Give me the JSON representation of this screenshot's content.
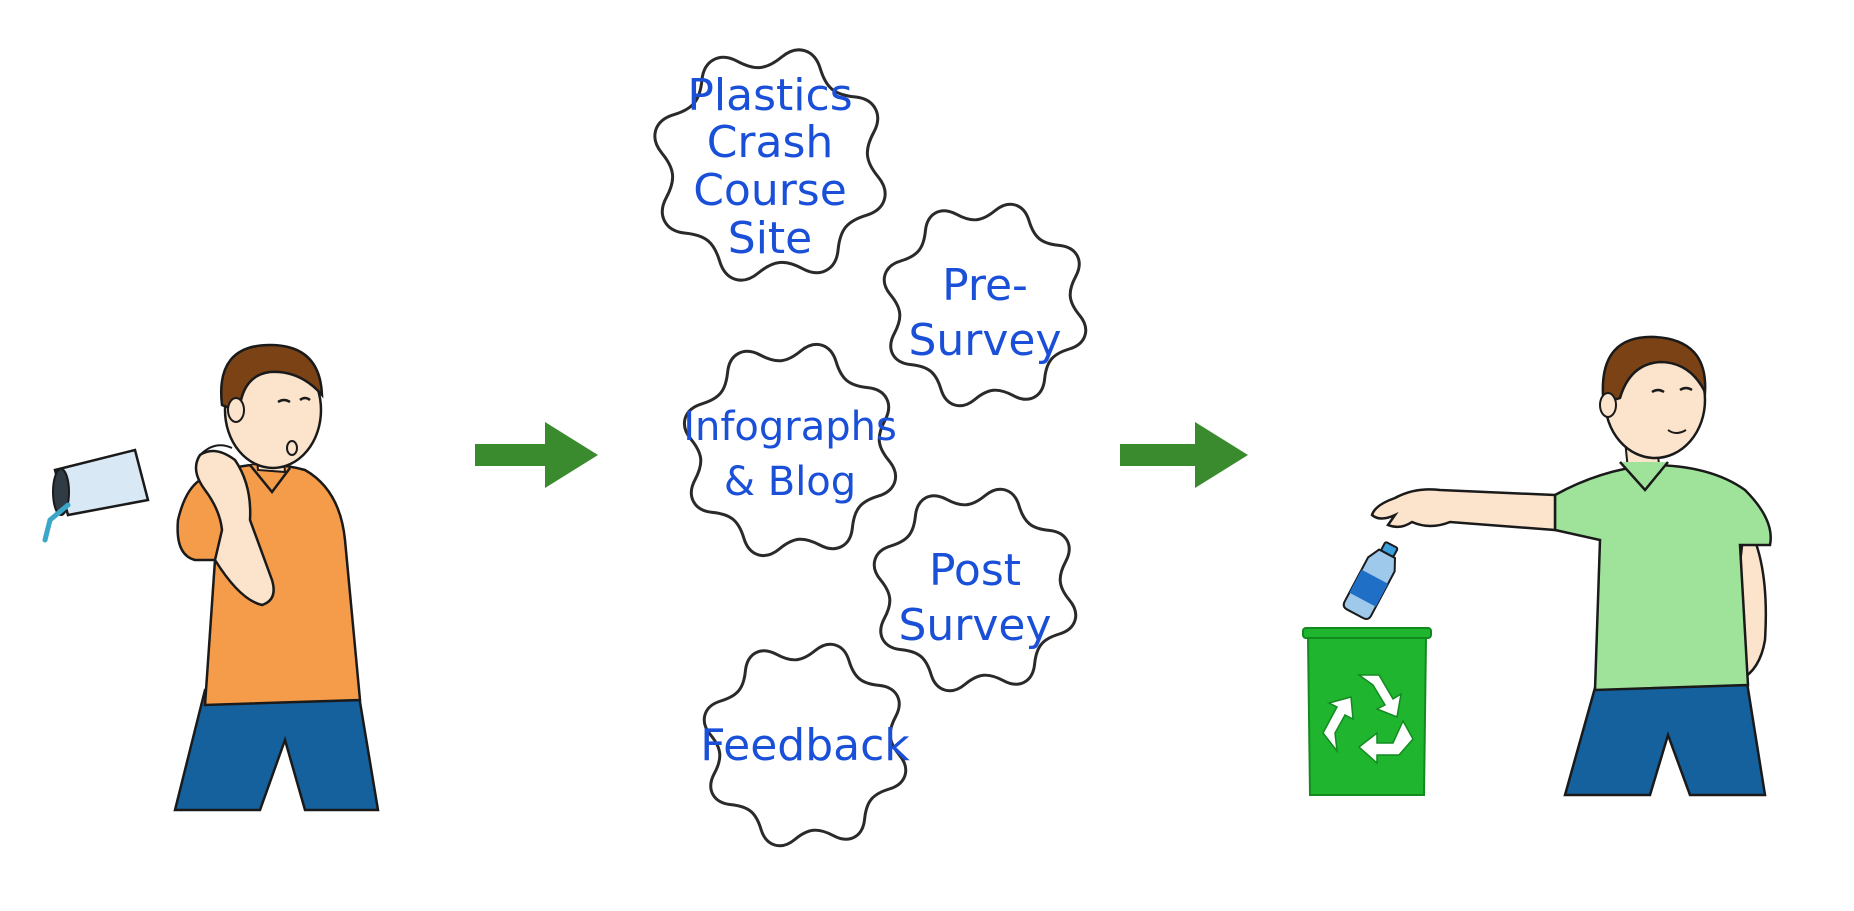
{
  "colors": {
    "gear_text": "#1a4fd8",
    "gear_outline": "#2a2a2a",
    "arrow": "#3a8a2e",
    "shirt_before": "#f59c4b",
    "shirt_after": "#9fe39b",
    "pants": "#14619d",
    "skin": "#fbe3cc",
    "hair": "#7a4215",
    "recycle_bin": "#1fb52f"
  },
  "gears": [
    {
      "id": "gear-plastics-crash-course-site",
      "lines": [
        "Plastics",
        "Crash",
        "Course",
        "Site"
      ]
    },
    {
      "id": "gear-pre-survey",
      "lines": [
        "Pre-",
        "Survey"
      ]
    },
    {
      "id": "gear-infographs-blog",
      "lines": [
        "Infographs",
        "& Blog"
      ]
    },
    {
      "id": "gear-post-survey",
      "lines": [
        "Post",
        "Survey"
      ]
    },
    {
      "id": "gear-feedback",
      "lines": [
        "Feedback"
      ]
    }
  ],
  "icons": {
    "left": "person-spilling-cup",
    "arrows": "green-right-arrow",
    "right": "person-recycling-bottle",
    "bin": "recycle-bin-icon"
  }
}
